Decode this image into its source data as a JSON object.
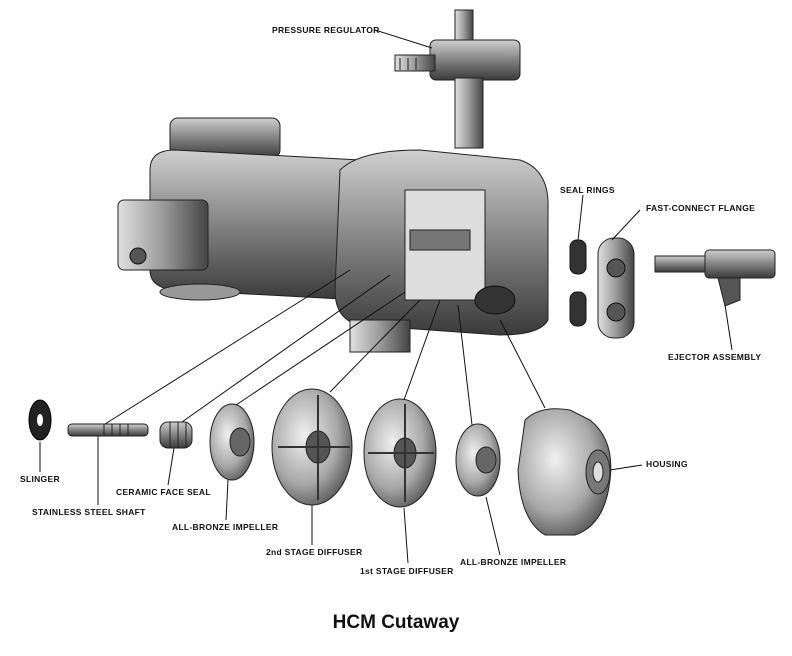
{
  "caption": "HCM Cutaway",
  "labels": {
    "pressure_regulator": "PRESSURE REGULATOR",
    "seal_rings": "SEAL RINGS",
    "fast_connect_flange": "FAST-CONNECT FLANGE",
    "ejector_assembly": "EJECTOR ASSEMBLY",
    "housing": "HOUSING",
    "slinger": "SLINGER",
    "stainless_steel_shaft": "STAINLESS STEEL SHAFT",
    "ceramic_face_seal": "CERAMIC FACE SEAL",
    "all_bronze_impeller_1": "ALL-BRONZE IMPELLER",
    "second_stage_diffuser": "2nd STAGE DIFFUSER",
    "first_stage_diffuser": "1st STAGE DIFFUSER",
    "all_bronze_impeller_2": "ALL-BRONZE IMPELLER"
  }
}
